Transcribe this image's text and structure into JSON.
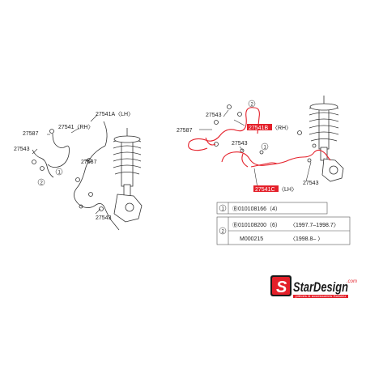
{
  "diagram": {
    "left": {
      "label_27541A_lh": "27541A〈LH〉",
      "label_27541_rh": "27541〈RH〉",
      "label_27587": "27587",
      "label_27543_top": "27543",
      "label_27587_b": "27587",
      "label_27543_bottom": "27543",
      "callout_1": "1",
      "callout_2": "2"
    },
    "right": {
      "label_27543_top": "27543",
      "label_27587": "27587",
      "label_27541_rh": "27541B",
      "label_27541_rh_suffix": "〈RH〉",
      "label_27543_mid": "27543",
      "label_27541_lh": "27541C",
      "label_27541_lh_suffix": "〈LH〉",
      "label_27543_bottom": "27543",
      "callout_1": "1",
      "callout_2": "2",
      "highlight_color": "#e4202a"
    }
  },
  "parts_table": {
    "row1": {
      "ref": "1",
      "part": "Ⓑ010108166（4）"
    },
    "row2": {
      "ref": "2",
      "line1_part": "Ⓑ010108200（6）",
      "line1_range": "〈1997.7–1998.7〉",
      "line2_part": "M000215",
      "line2_range": "〈1998.8–  〉"
    }
  },
  "logo": {
    "brand_text": "StarDesign",
    "domain_text": ".com",
    "tagline": "pièces & accessoires Subaru",
    "mark_letter": "S",
    "accent_color": "#e4202a",
    "dark_color": "#1a1a1a"
  }
}
